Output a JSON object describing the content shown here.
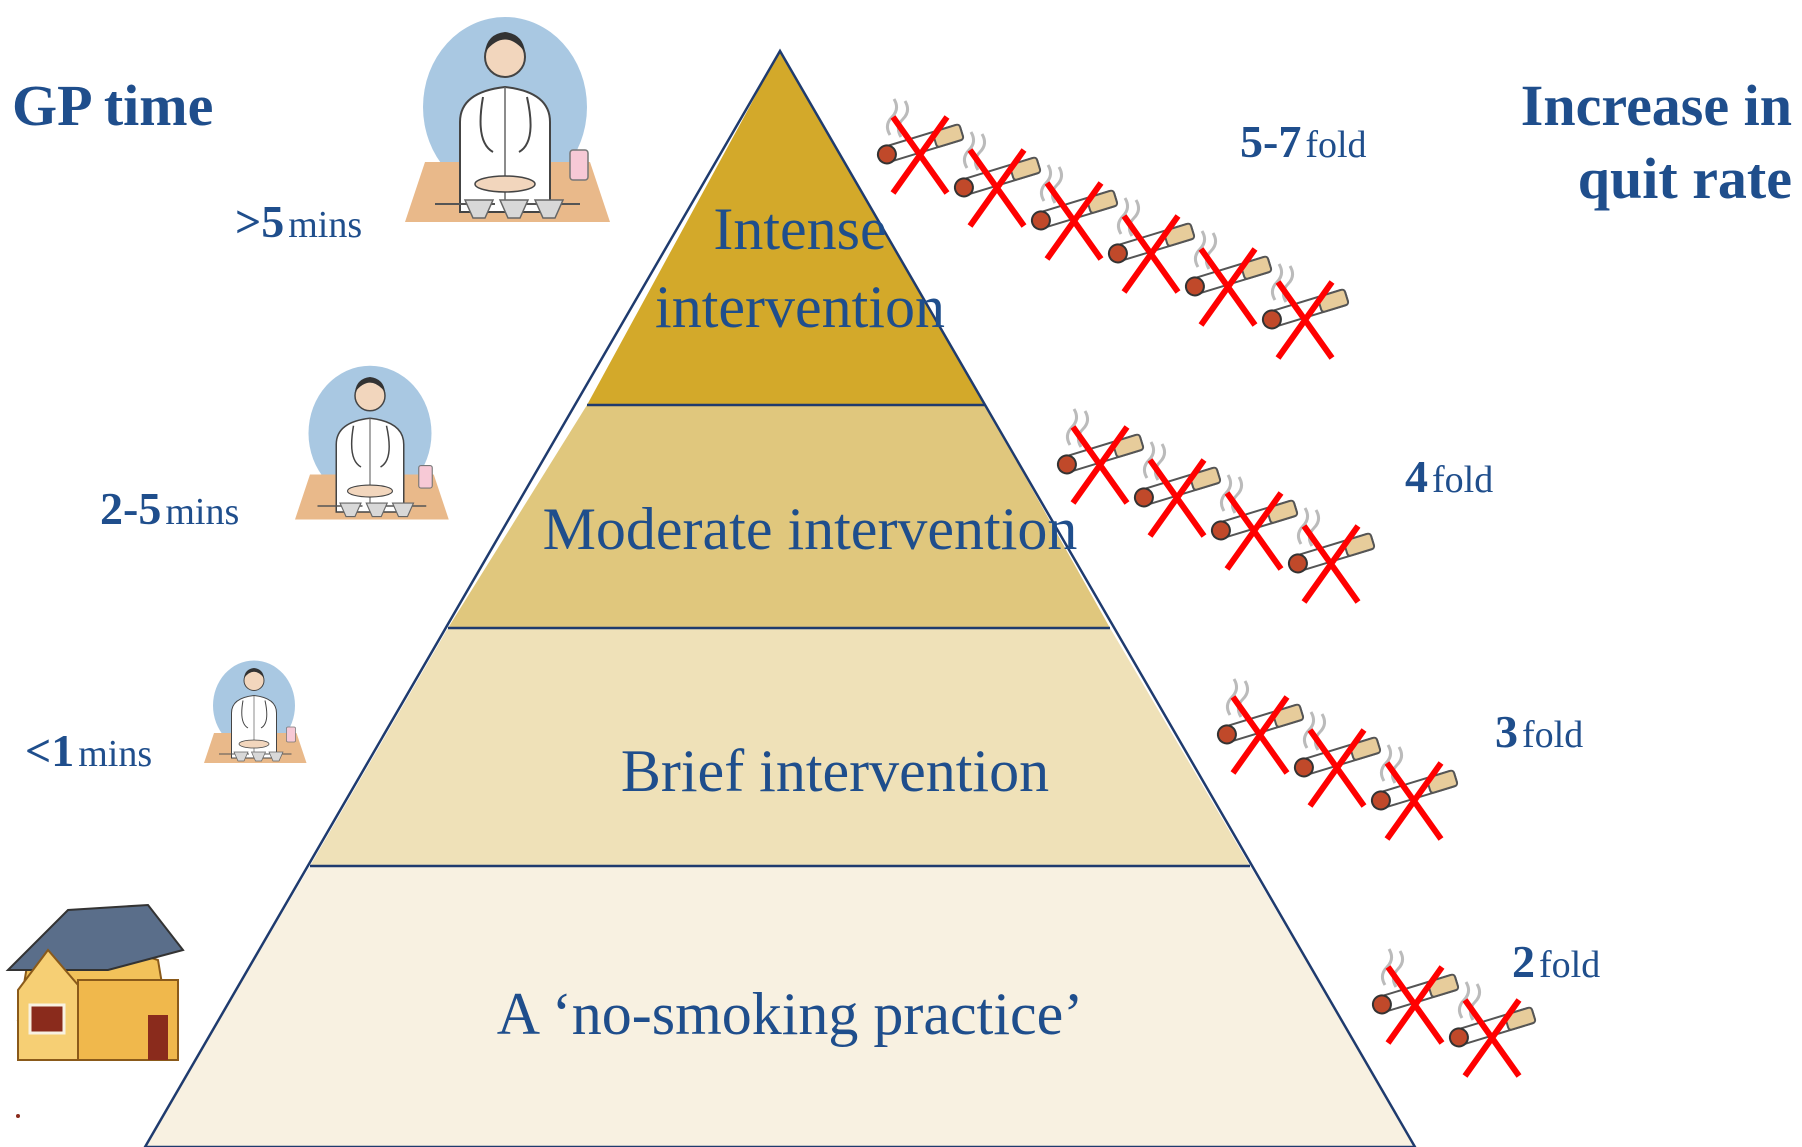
{
  "headers": {
    "gp_time": "GP time",
    "quit_rate": "Increase in quit rate"
  },
  "tiers": [
    {
      "label_line1": "Intense",
      "label_line2": "intervention",
      "time_value": ">5",
      "time_unit": "mins",
      "fold_value": "5-7",
      "fold_unit": "fold",
      "crossed_cigarettes": 6
    },
    {
      "label": "Moderate intervention",
      "time_value": "2-5",
      "time_unit": "mins",
      "fold_value": "4",
      "fold_unit": "fold",
      "crossed_cigarettes": 4
    },
    {
      "label": "Brief intervention",
      "time_value": "<1",
      "time_unit": "mins",
      "fold_value": "3",
      "fold_unit": "fold",
      "crossed_cigarettes": 3
    },
    {
      "label": "A ‘no-smoking practice’",
      "fold_value": "2",
      "fold_unit": "fold",
      "crossed_cigarettes": 2
    }
  ],
  "icons": {
    "doctor": "doctor-icon",
    "house": "house-icon",
    "cigarette": "crossed-cigarette-icon"
  },
  "colors": {
    "text": "#1f4e8c",
    "tier1": "#d3a92a",
    "tier2": "#e0c77d",
    "tier3": "#efe1b8",
    "tier4": "#f8f1e1",
    "cross": "#ff0000"
  }
}
